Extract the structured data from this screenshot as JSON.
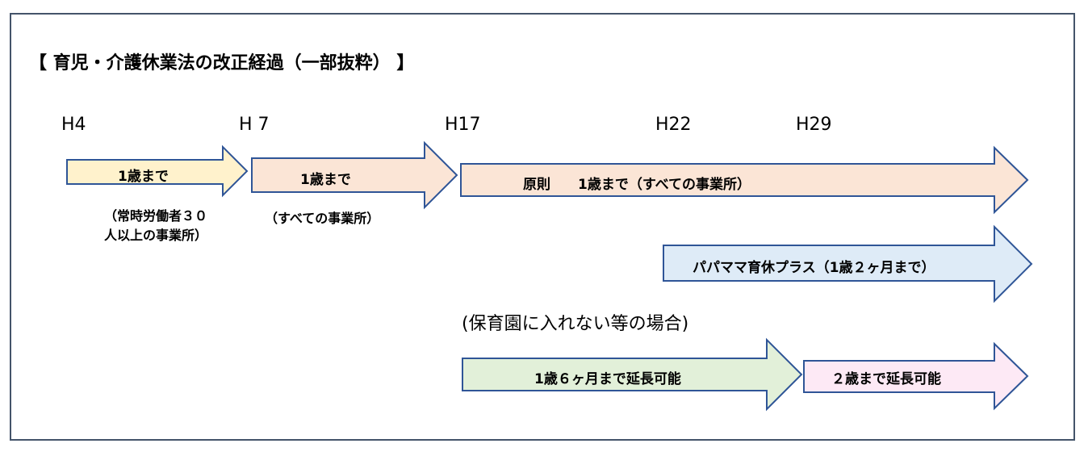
{
  "title": "【 育児・介護休業法の改正経過（一部抜粋） 】",
  "eras": [
    "H4",
    "H 7",
    "H17",
    "H22",
    "H29"
  ],
  "arrows": {
    "a1": {
      "label": "1歳まで",
      "note_line1": "（常時労働者３０",
      "note_line2": "人以上の事業所）"
    },
    "a2": {
      "label": "1歳まで",
      "note": "（すべての事業所）"
    },
    "a3": {
      "label": "原則　　1歳まで（すべての事業所）"
    },
    "a4": {
      "label": "パパママ育休プラス（1歳２ヶ月まで）"
    },
    "condition": "(保育園に入れない等の場合)",
    "a5": {
      "label": "1歳６ヶ月まで延長可能"
    },
    "a6": {
      "label": "２歳まで延長可能"
    }
  },
  "colors": {
    "outline": "#2f5597",
    "frame": "#44546a",
    "yellow": "#fff2cc",
    "salmon": "#fbe5d6",
    "blue": "#deebf7",
    "green": "#e2f0d9",
    "pink": "#fde9f5"
  }
}
